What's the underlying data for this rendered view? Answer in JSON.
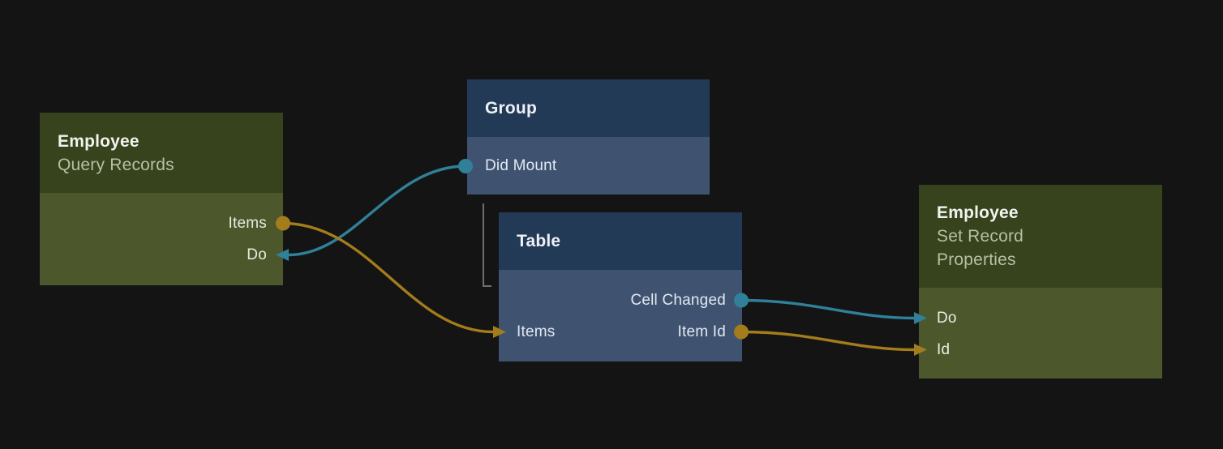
{
  "diagram": {
    "app_context": "node-graph-editor-canvas",
    "background": "#141414",
    "colors": {
      "signal_teal": "#2F8098",
      "data_gold": "#A37C1C",
      "green_node_header": "#37431D",
      "green_node_body": "#4C572C",
      "blue_node_header": "#233A57",
      "blue_node_body": "#3F5371",
      "hierarchy_line": "#6E6E6E",
      "title_text": "#F1F3EE",
      "subtitle_text": "#B8BFA4"
    },
    "nodes": [
      {
        "id": "employee-query-records",
        "color_theme": "green",
        "title": "Employee",
        "subtitle": "Query Records",
        "ports": [
          {
            "label": "Items",
            "side": "right",
            "connector": "dot",
            "color": "gold"
          },
          {
            "label": "Do",
            "side": "right",
            "connector": "arrow-in",
            "color": "teal"
          }
        ]
      },
      {
        "id": "group",
        "color_theme": "blue",
        "title": "Group",
        "subtitle": "",
        "ports": [
          {
            "label": "Did Mount",
            "side": "left",
            "connector": "dot",
            "color": "teal"
          }
        ]
      },
      {
        "id": "table",
        "color_theme": "blue",
        "title": "Table",
        "subtitle": "",
        "ports": [
          {
            "label": "Cell Changed",
            "side": "right",
            "connector": "dot",
            "color": "teal"
          },
          {
            "label": "Items",
            "side": "left",
            "connector": "arrow-in",
            "color": "gold"
          },
          {
            "label": "Item Id",
            "side": "right",
            "connector": "dot",
            "color": "gold"
          }
        ]
      },
      {
        "id": "employee-set-record-properties",
        "color_theme": "green",
        "title": "Employee",
        "subtitle": "Set Record Properties",
        "ports": [
          {
            "label": "Do",
            "side": "left",
            "connector": "arrow-in",
            "color": "teal"
          },
          {
            "label": "Id",
            "side": "left",
            "connector": "arrow-in",
            "color": "gold"
          }
        ]
      }
    ],
    "connections": [
      {
        "from": "Group / Did Mount",
        "to": "Employee Query Records / Do",
        "kind": "signal",
        "color": "#2F8098"
      },
      {
        "from": "Employee Query Records / Items",
        "to": "Table / Items",
        "kind": "data",
        "color": "#A37C1C"
      },
      {
        "from": "Table / Cell Changed",
        "to": "Employee Set Record Properties / Do",
        "kind": "signal",
        "color": "#2F8098"
      },
      {
        "from": "Table / Item Id",
        "to": "Employee Set Record Properties / Id",
        "kind": "data",
        "color": "#A37C1C"
      }
    ],
    "hierarchy": [
      {
        "parent": "Group",
        "child": "Table"
      }
    ]
  }
}
